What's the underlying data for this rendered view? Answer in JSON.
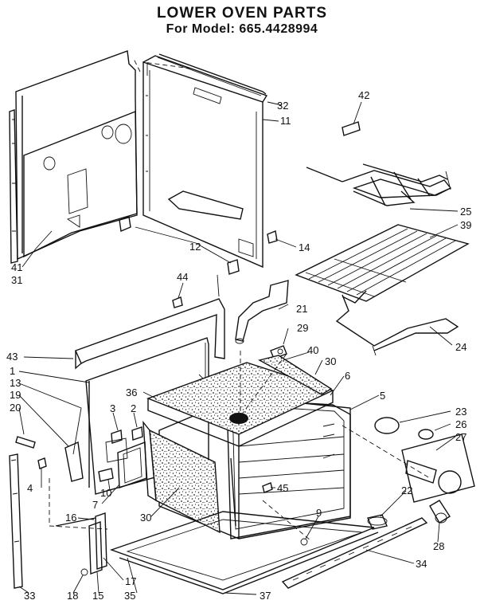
{
  "header": {
    "title": "LOWER OVEN PARTS",
    "subtitle": "For Model: 665.4428994"
  },
  "parts": [
    {
      "id": "p1",
      "label": "1"
    },
    {
      "id": "p2",
      "label": "2"
    },
    {
      "id": "p3",
      "label": "3"
    },
    {
      "id": "p4",
      "label": "4"
    },
    {
      "id": "p5",
      "label": "5"
    },
    {
      "id": "p6",
      "label": "6"
    },
    {
      "id": "p7",
      "label": "7"
    },
    {
      "id": "p9",
      "label": "9"
    },
    {
      "id": "p10",
      "label": "10"
    },
    {
      "id": "p11",
      "label": "11"
    },
    {
      "id": "p12",
      "label": "12"
    },
    {
      "id": "p13",
      "label": "13"
    },
    {
      "id": "p14",
      "label": "14"
    },
    {
      "id": "p15",
      "label": "15"
    },
    {
      "id": "p16",
      "label": "16"
    },
    {
      "id": "p17",
      "label": "17"
    },
    {
      "id": "p18",
      "label": "18"
    },
    {
      "id": "p19",
      "label": "19"
    },
    {
      "id": "p20",
      "label": "20"
    },
    {
      "id": "p21",
      "label": "21"
    },
    {
      "id": "p22",
      "label": "22"
    },
    {
      "id": "p23",
      "label": "23"
    },
    {
      "id": "p24",
      "label": "24"
    },
    {
      "id": "p25",
      "label": "25"
    },
    {
      "id": "p26",
      "label": "26"
    },
    {
      "id": "p27",
      "label": "27"
    },
    {
      "id": "p28",
      "label": "28"
    },
    {
      "id": "p29",
      "label": "29"
    },
    {
      "id": "p30a",
      "label": "30"
    },
    {
      "id": "p30b",
      "label": "30"
    },
    {
      "id": "p31",
      "label": "31"
    },
    {
      "id": "p32",
      "label": "32"
    },
    {
      "id": "p33",
      "label": "33"
    },
    {
      "id": "p34",
      "label": "34"
    },
    {
      "id": "p35",
      "label": "35"
    },
    {
      "id": "p36",
      "label": "36"
    },
    {
      "id": "p37",
      "label": "37"
    },
    {
      "id": "p39",
      "label": "39"
    },
    {
      "id": "p40",
      "label": "40"
    },
    {
      "id": "p41",
      "label": "41"
    },
    {
      "id": "p42",
      "label": "42"
    },
    {
      "id": "p43",
      "label": "43"
    },
    {
      "id": "p44",
      "label": "44"
    },
    {
      "id": "p45",
      "label": "45"
    }
  ]
}
